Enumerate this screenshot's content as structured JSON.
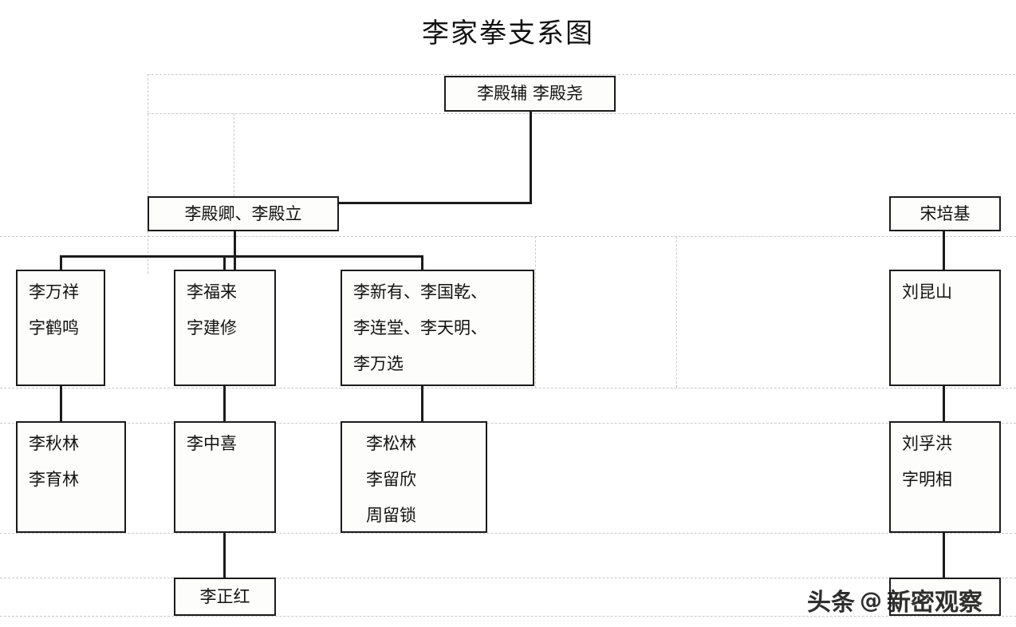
{
  "document": {
    "title": "李家拳支系图",
    "type": "genealogy-lineage-chart",
    "background_color": "#ffffff",
    "line_color": "#1b1b1b",
    "guide_color": "#c9c9c9"
  },
  "watermark": {
    "platform": "头条",
    "at_symbol": "@",
    "account": "新密观察"
  },
  "nodes": {
    "gen1": {
      "id": "gen1-founders",
      "lines": [
        "李殿辅  李殿尧"
      ]
    },
    "gen2_left": {
      "id": "gen2-left",
      "lines": [
        "李殿卿、李殿立"
      ]
    },
    "gen2_right": {
      "id": "gen2-right",
      "lines": [
        "宋培基"
      ]
    },
    "gen3_a": {
      "id": "gen3-a",
      "lines": [
        "李万祥",
        "字鹤鸣"
      ]
    },
    "gen3_b": {
      "id": "gen3-b",
      "lines": [
        "李福来",
        "字建修"
      ]
    },
    "gen3_c": {
      "id": "gen3-c",
      "lines": [
        "李新有、李国乾、",
        "李连堂、李天明、",
        "李万选"
      ]
    },
    "gen3_right": {
      "id": "gen3-right",
      "lines": [
        "刘昆山"
      ]
    },
    "gen4_a": {
      "id": "gen4-a",
      "lines": [
        "李秋林",
        "李育林"
      ]
    },
    "gen4_b": {
      "id": "gen4-b",
      "lines": [
        "李中喜"
      ]
    },
    "gen4_c": {
      "id": "gen4-c",
      "lines": [
        "李松林",
        "李留欣",
        "周留锁"
      ]
    },
    "gen4_right": {
      "id": "gen4-right",
      "lines": [
        "刘孚洪",
        "字明相"
      ]
    },
    "gen5_a": {
      "id": "gen5-a",
      "lines": [
        "李正红"
      ]
    },
    "gen5_right": {
      "id": "gen5-right",
      "lines": [
        ""
      ]
    }
  }
}
